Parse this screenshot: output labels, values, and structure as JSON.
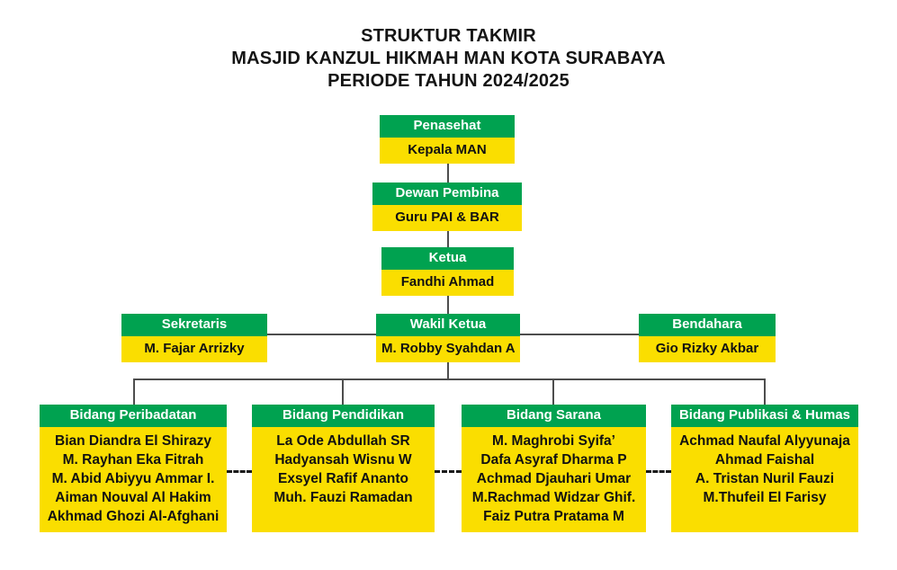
{
  "title": {
    "line1": "STRUKTUR TAKMIR",
    "line2": "MASJID KANZUL HIKMAH MAN KOTA SURABAYA",
    "line3": "PERIODE TAHUN 2024/2025"
  },
  "colors": {
    "header_green": "#00a250",
    "body_yellow": "#fade00",
    "header_text": "#ffffff",
    "body_text": "#111111",
    "connector": "#4d4d4d",
    "background": "#ffffff"
  },
  "chart_data": {
    "type": "diagram",
    "title": "STRUKTUR TAKMIR MASJID KANZUL HIKMAH MAN KOTA SURABAYA PERIODE TAHUN 2024/2025",
    "nodes": [
      {
        "id": "penasehat",
        "role": "Penasehat",
        "members": [
          "Kepala MAN"
        ]
      },
      {
        "id": "dewan-pembina",
        "role": "Dewan Pembina",
        "members": [
          "Guru PAI & BAR"
        ]
      },
      {
        "id": "ketua",
        "role": "Ketua",
        "members": [
          "Fandhi Ahmad"
        ]
      },
      {
        "id": "wakil-ketua",
        "role": "Wakil Ketua",
        "members": [
          "M. Robby Syahdan A"
        ]
      },
      {
        "id": "sekretaris",
        "role": "Sekretaris",
        "members": [
          "M. Fajar Arrizky"
        ]
      },
      {
        "id": "bendahara",
        "role": "Bendahara",
        "members": [
          "Gio Rizky Akbar"
        ]
      },
      {
        "id": "bidang-peribadatan",
        "role": "Bidang Peribadatan",
        "members": [
          "Bian Diandra El Shirazy",
          "M. Rayhan Eka Fitrah",
          "M. Abid Abiyyu Ammar I.",
          "Aiman Nouval Al Hakim",
          "Akhmad Ghozi Al-Afghani"
        ]
      },
      {
        "id": "bidang-pendidikan",
        "role": "Bidang Pendidikan",
        "members": [
          "La Ode Abdullah SR",
          "Hadyansah Wisnu W",
          "Exsyel Rafif Ananto",
          "Muh. Fauzi Ramadan"
        ]
      },
      {
        "id": "bidang-sarana",
        "role": "Bidang Sarana",
        "members": [
          "M. Maghrobi Syifa’",
          "Dafa Asyraf Dharma P",
          "Achmad Djauhari Umar",
          "M.Rachmad Widzar Ghif.",
          "Faiz Putra Pratama M"
        ]
      },
      {
        "id": "bidang-publikasi-humas",
        "role": "Bidang Publikasi & Humas",
        "members": [
          "Achmad Naufal Alyyunaja",
          "Ahmad Faishal",
          "A. Tristan Nuril Fauzi",
          "M.Thufeil El Farisy"
        ]
      }
    ],
    "edges": [
      {
        "from": "penasehat",
        "to": "dewan-pembina",
        "style": "solid"
      },
      {
        "from": "dewan-pembina",
        "to": "ketua",
        "style": "solid"
      },
      {
        "from": "ketua",
        "to": "wakil-ketua",
        "style": "solid"
      },
      {
        "from": "wakil-ketua",
        "to": "sekretaris",
        "style": "solid"
      },
      {
        "from": "wakil-ketua",
        "to": "bendahara",
        "style": "solid"
      },
      {
        "from": "wakil-ketua",
        "to": "bidang-peribadatan",
        "style": "solid"
      },
      {
        "from": "wakil-ketua",
        "to": "bidang-pendidikan",
        "style": "solid"
      },
      {
        "from": "wakil-ketua",
        "to": "bidang-sarana",
        "style": "solid"
      },
      {
        "from": "wakil-ketua",
        "to": "bidang-publikasi-humas",
        "style": "solid"
      },
      {
        "from": "bidang-peribadatan",
        "to": "bidang-pendidikan",
        "style": "dashed"
      },
      {
        "from": "bidang-pendidikan",
        "to": "bidang-sarana",
        "style": "dashed"
      },
      {
        "from": "bidang-sarana",
        "to": "bidang-publikasi-humas",
        "style": "dashed"
      }
    ]
  }
}
